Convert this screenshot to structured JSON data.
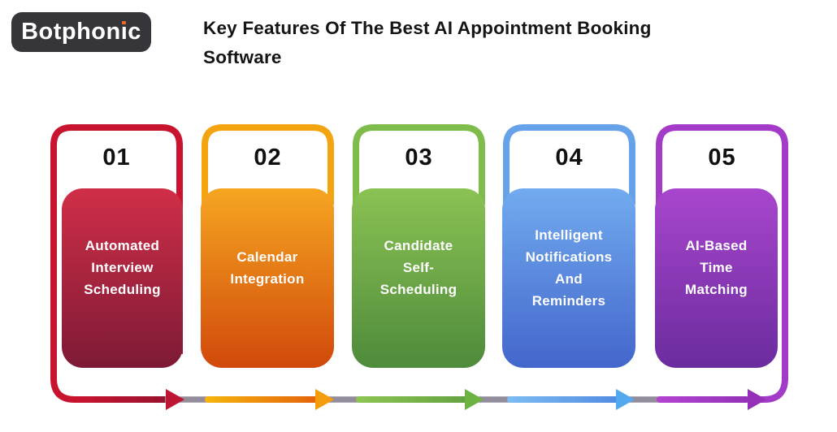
{
  "logo": {
    "label": "Botphonic",
    "bg_color": "#35353A",
    "text_color": "#FFFFFF",
    "dot_color": "#F16A21"
  },
  "header": {
    "title": "Key Features Of The Best AI Appointment Booking Software",
    "color": "#151515"
  },
  "connector": {
    "joint_color": "#938D9B"
  },
  "cards": [
    {
      "number": "01",
      "lines": [
        "Automated",
        "Interview",
        "Scheduling"
      ],
      "outline_color": "#C8142F",
      "fill_top": "#D02E48",
      "fill_bottom": "#7D1A35",
      "arrow_from": "#C8142F",
      "arrow_to": "#8E122E",
      "arrowhead_color": "#BE1533"
    },
    {
      "number": "02",
      "lines": [
        "Calendar",
        "Integration"
      ],
      "outline_color": "#F4A40F",
      "fill_top": "#F6A621",
      "fill_bottom": "#D1490B",
      "arrow_from": "#F6B30D",
      "arrow_to": "#E0560A",
      "arrowhead_color": "#F49C0B"
    },
    {
      "number": "03",
      "lines": [
        "Candidate",
        "Self-",
        "Scheduling"
      ],
      "outline_color": "#7EBD4B",
      "fill_top": "#8BC254",
      "fill_bottom": "#4E8B3B",
      "arrow_from": "#8CC452",
      "arrow_to": "#5F9D3F",
      "arrowhead_color": "#6EB241"
    },
    {
      "number": "04",
      "lines": [
        "Intelligent",
        "Notifications",
        "And",
        "Reminders"
      ],
      "outline_color": "#65A2E9",
      "fill_top": "#72ABEF",
      "fill_bottom": "#4366CC",
      "arrow_from": "#7CBAF2",
      "arrow_to": "#4B84DE",
      "arrowhead_color": "#54A8EF"
    },
    {
      "number": "05",
      "lines": [
        "AI-Based",
        "Time",
        "Matching"
      ],
      "outline_color": "#A43AC8",
      "fill_top": "#A846CD",
      "fill_bottom": "#6B2C9E",
      "arrow_from": "#B242D0",
      "arrow_to": "#8C2FB4",
      "arrowhead_color": "#9431B8"
    }
  ]
}
